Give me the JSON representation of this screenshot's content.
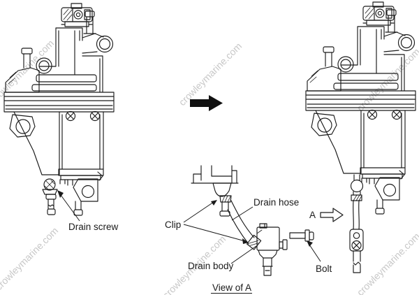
{
  "colors": {
    "ink": "#1a1a1a",
    "watermark": "#c8c8c8",
    "background": "#ffffff",
    "arrow": "#111111"
  },
  "watermark": {
    "text": "crowleymarine.com"
  },
  "labels": {
    "drain_screw": "Drain screw",
    "clip": "Clip",
    "drain_hose": "Drain hose",
    "drain_body": "Drain body",
    "bolt": "Bolt",
    "view_arrow": "A",
    "view_caption": "View of A"
  }
}
